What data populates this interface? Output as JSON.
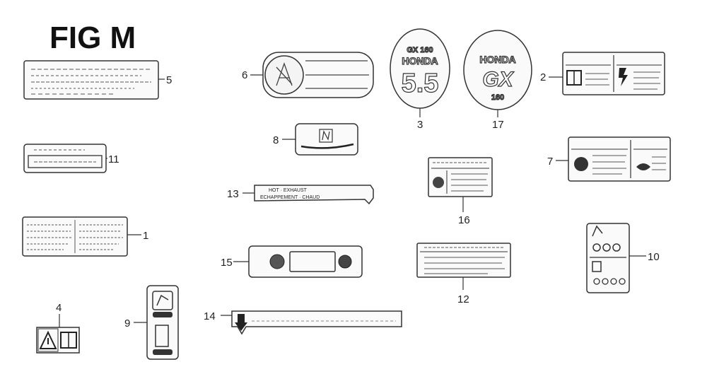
{
  "title": "FIG M",
  "callouts": {
    "c1": "1",
    "c2": "2",
    "c3": "3",
    "c4": "4",
    "c5": "5",
    "c6": "6",
    "c7": "7",
    "c8": "8",
    "c9": "9",
    "c10": "10",
    "c11": "11",
    "c12": "12",
    "c13": "13",
    "c14": "14",
    "c15": "15",
    "c16": "16",
    "c17": "17"
  },
  "label_text": {
    "hot_exhaust_line1": "HOT · EXHAUST",
    "hot_exhaust_line2": "ECHAPPEMENT · CHAUD",
    "decal3_top": "GX 160",
    "decal3_brand": "HONDA",
    "decal3_big": "5.5",
    "decal17_brand": "HONDA",
    "decal17_big": "GX",
    "decal17_sub": "160"
  },
  "colors": {
    "line": "#333333",
    "fill": "#f4f4f4",
    "dark": "#222222"
  }
}
